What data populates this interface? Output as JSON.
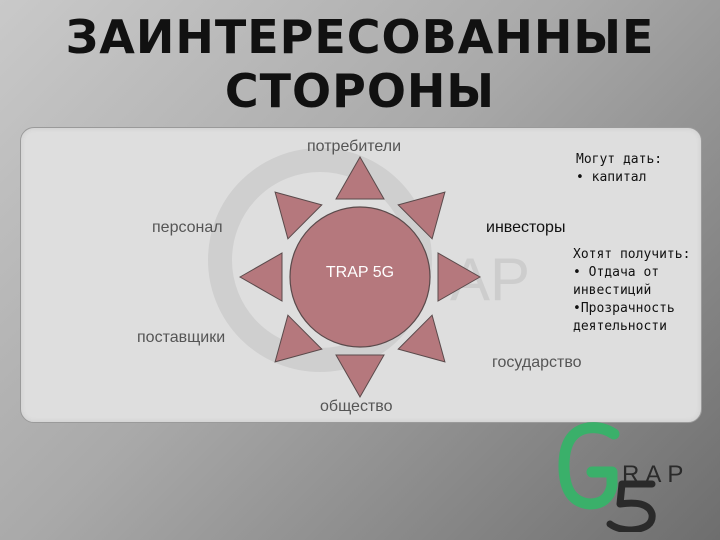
{
  "slide": {
    "title_line1": "ЗАИНТЕРЕСОВАННЫЕ",
    "title_line2": "СТОРОНЫ"
  },
  "diagram": {
    "center": "TRAP 5G",
    "center_color": "#b5787d",
    "ray_color": "#b5787d",
    "stakeholders": {
      "top": "потребители",
      "left_upper": "персонал",
      "right_upper": "инвесторы",
      "left_lower": "поставщики",
      "right_lower": "государство",
      "bottom": "общество"
    }
  },
  "notes": {
    "can_give": {
      "heading": "Могут дать:",
      "items": [
        "• капитал"
      ]
    },
    "want": {
      "heading": "Хотят получить:",
      "lines": [
        "• Отдача от",
        "инвестиций",
        "•Прозрачность",
        "деятельности"
      ]
    }
  },
  "logo": {
    "letter": "G",
    "text": "RAP",
    "color": "#3ab06a"
  }
}
